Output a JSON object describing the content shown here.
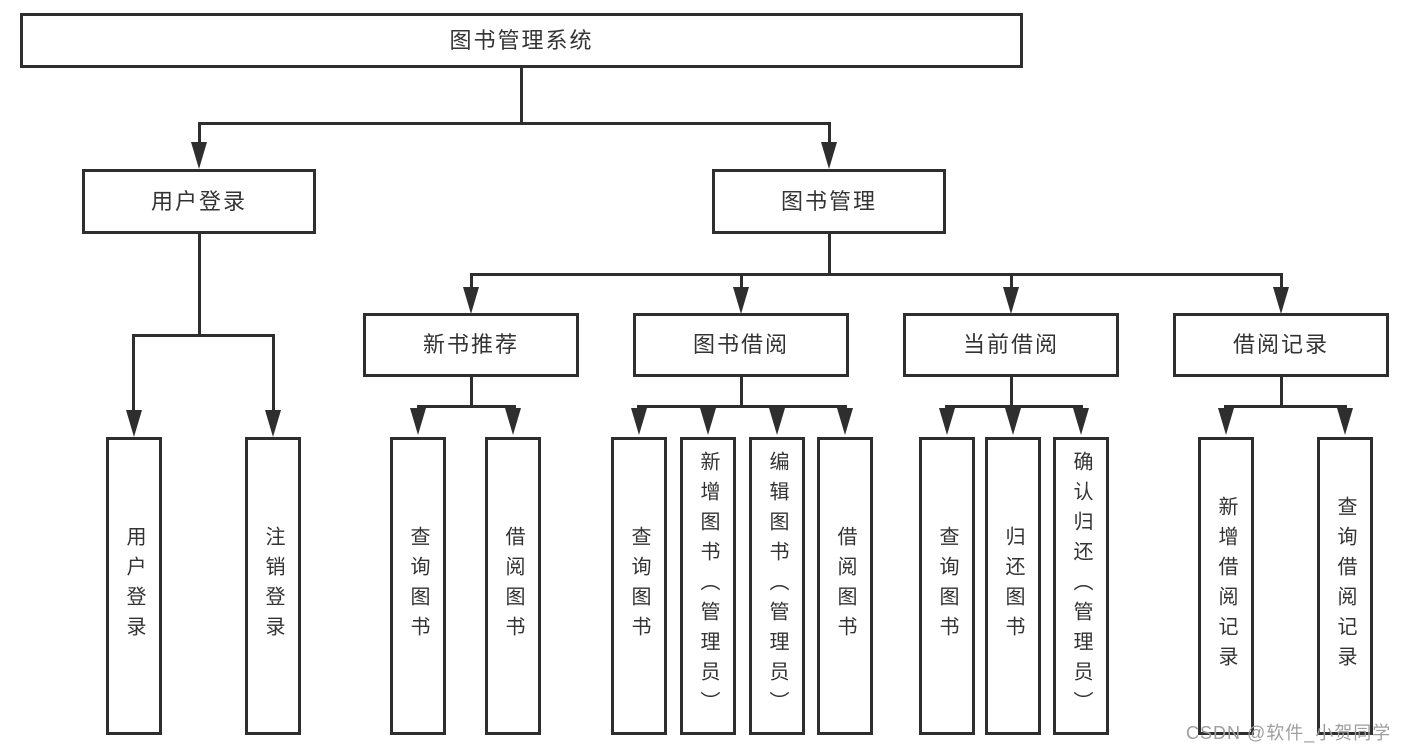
{
  "diagram": {
    "root": {
      "label": "图书管理系统"
    },
    "level2": {
      "user_login": {
        "label": "用户登录"
      },
      "book_management": {
        "label": "图书管理"
      }
    },
    "level3": {
      "new_book_recommend": {
        "label": "新书推荐"
      },
      "book_borrow": {
        "label": "图书借阅"
      },
      "current_borrow": {
        "label": "当前借阅"
      },
      "borrow_record": {
        "label": "借阅记录"
      }
    },
    "leaves": {
      "user_login": {
        "label": "用户登录"
      },
      "logout_login": {
        "label": "注销登录"
      },
      "recommend_query_books": {
        "label": "查询图书"
      },
      "recommend_borrow_books": {
        "label": "借阅图书"
      },
      "borrow_query_books": {
        "label": "查询图书"
      },
      "add_books_admin": {
        "label": "新增图书（管理员）"
      },
      "edit_books_admin": {
        "label": "编辑图书（管理员）"
      },
      "borrow_books": {
        "label": "借阅图书"
      },
      "current_query_books": {
        "label": "查询图书"
      },
      "return_books": {
        "label": "归还图书"
      },
      "confirm_return_admin": {
        "label": "确认归还（管理员）"
      },
      "add_borrow_record": {
        "label": "新增借阅记录"
      },
      "query_borrow_record": {
        "label": "查询借阅记录"
      }
    },
    "watermark": "CSDN @软件_小贺同学",
    "colors": {
      "line": "#2e2e2e",
      "text": "#333333",
      "background": "#ffffff",
      "watermark": "#9e9e9e"
    }
  }
}
